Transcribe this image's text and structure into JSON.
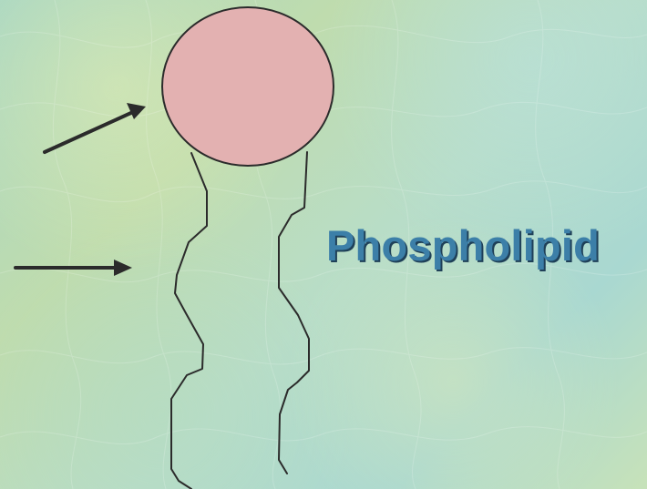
{
  "title": "Phospholipid",
  "colors": {
    "head_fill": "#E3B1B1",
    "outline": "#2B2B2B",
    "title_text": "#3C7FA8",
    "title_shadow": "#1F4058"
  },
  "diagram": {
    "parts": [
      "head-circle",
      "tail-left",
      "tail-right",
      "arrow-head-pointer",
      "arrow-tail-pointer"
    ]
  }
}
